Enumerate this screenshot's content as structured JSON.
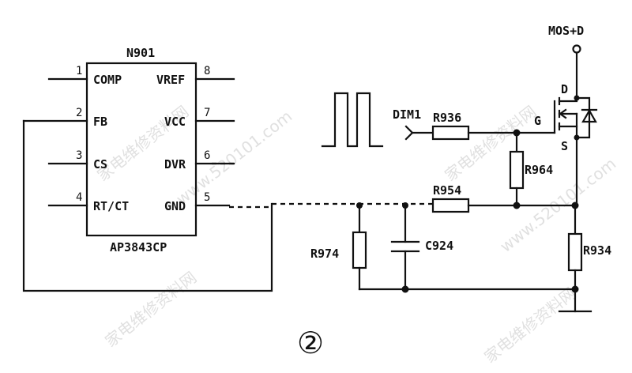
{
  "ic": {
    "designator": "N901",
    "part_number": "AP3843CP",
    "pins": [
      {
        "num": "1",
        "name": "COMP"
      },
      {
        "num": "2",
        "name": "FB"
      },
      {
        "num": "3",
        "name": "CS"
      },
      {
        "num": "4",
        "name": "RT/CT"
      },
      {
        "num": "8",
        "name": "VREF"
      },
      {
        "num": "7",
        "name": "VCC"
      },
      {
        "num": "6",
        "name": "DVR"
      },
      {
        "num": "5",
        "name": "GND"
      }
    ]
  },
  "signal": {
    "name": "DIM1"
  },
  "mosfet": {
    "top_net": "MOS+D",
    "drain": "D",
    "gate": "G",
    "source": "S"
  },
  "components": {
    "r936": "R936",
    "r964": "R964",
    "r954": "R954",
    "r974": "R974",
    "c924": "C924",
    "r934": "R934"
  },
  "figure_number": "②",
  "watermark": [
    "家电维修资料网",
    "www.520101.com"
  ]
}
